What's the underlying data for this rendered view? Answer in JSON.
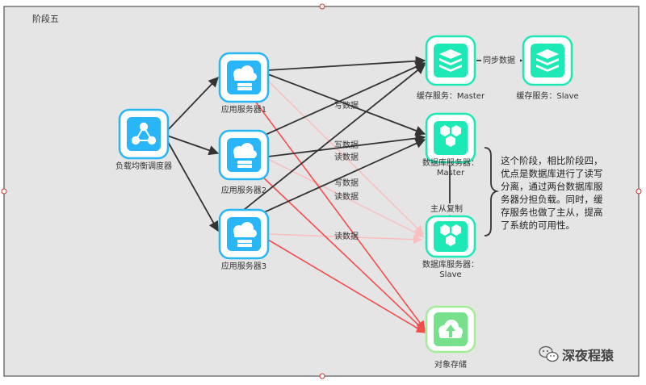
{
  "frame": {
    "title": "阶段五"
  },
  "nodes": {
    "load_balancer": "负载均衡调度器",
    "app_server_1": "应用服务器1",
    "app_server_2": "应用服务器2",
    "app_server_3": "应用服务器3",
    "cache_master": "缓存服务：Master",
    "cache_slave": "缓存服务：Slave",
    "db_master_line1": "数据库服务器：",
    "db_master_line2": "Master",
    "db_slave_line1": "数据库服务器：",
    "db_slave_line2": "Slave",
    "object_storage": "对象存储"
  },
  "edge_labels": {
    "sync": "同步数据",
    "write1": "写数据",
    "write2": "写数据",
    "read2": "读数据",
    "write3": "写数据",
    "read3": "读数据",
    "read4": "读数据",
    "master_slave": "主从复制"
  },
  "note": {
    "lines": [
      "这个阶段，相比阶段四，",
      "优点是数据库进行了读写",
      "分离，通过两台数据库服",
      "务器分担负载。同时，缓",
      "存服务也做了主从，提高",
      "了系统的可用性。"
    ]
  },
  "watermark": {
    "text": "深夜程猿"
  },
  "colors": {
    "server_blue": "#29b6f6",
    "cache_teal": "#1de9b6",
    "storage_green": "#76e08b",
    "write_line": "#333333",
    "read_line": "#f8bfbf",
    "storage_line": "#f44d4d",
    "frame_bg": "#e5e5e5"
  },
  "icons": {
    "load_balancer": "share-nodes-icon",
    "app_server": "cloud-server-icon",
    "cache": "stacked-layers-icon",
    "database": "hexagon-cluster-icon",
    "storage": "cloud-upload-icon",
    "watermark": "wechat-icon"
  }
}
